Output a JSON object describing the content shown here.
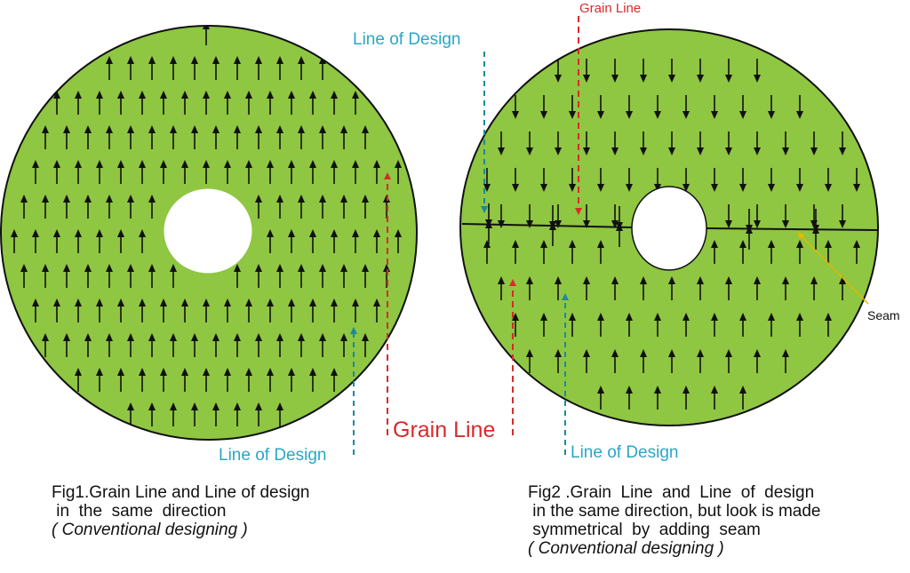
{
  "colors": {
    "fabric": "#8fc642",
    "outline": "#111111",
    "arrow": "#111111",
    "grain_line": "#d62b2b",
    "design_line": "#1a8a9c",
    "design_label": "#2aa6c7",
    "seam_pointer": "#e6b800",
    "background": "#ffffff"
  },
  "fig1": {
    "grain_label": "Grain Line",
    "design_label": "Line of Design",
    "caption_line1": "Fig1.Grain Line and Line of design",
    "caption_line2": " in  the  same  direction",
    "caption_line3": "( Conventional designing )"
  },
  "fig2": {
    "grain_label": "Grain Line",
    "design_label_top": "Line of Design",
    "design_label_bottom": "Line of Design",
    "seam_label": "Seam",
    "caption_line1": "Fig2 .Grain  Line  and  Line  of  design",
    "caption_line2": " in the same direction, but look is made",
    "caption_line3": " symmetrical  by  adding  seam",
    "caption_line4": "( Conventional designing )"
  },
  "icons": {
    "arrow_up": "arrow-up-icon",
    "arrow_down": "arrow-down-icon"
  }
}
